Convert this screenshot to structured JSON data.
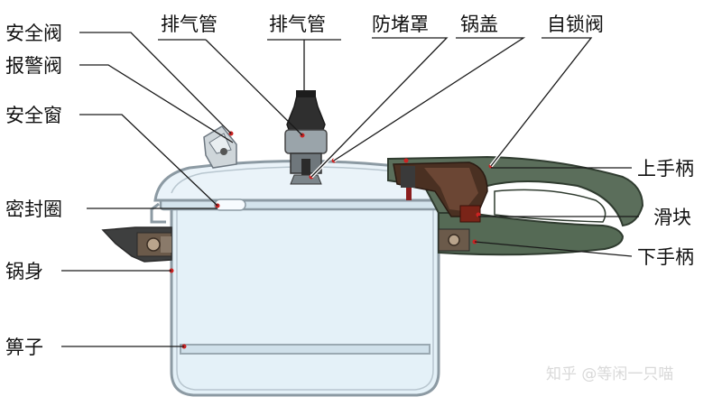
{
  "labels": {
    "safety_valve": "安全阀",
    "alarm_valve": "报警阀",
    "safety_window": "安全窗",
    "seal_ring": "密封圈",
    "pot_body": "锅身",
    "steamer": "箅子",
    "vent_pipe_1": "排气管",
    "vent_pipe_2": "排气管",
    "anti_block_cover": "防堵罩",
    "lid": "锅盖",
    "self_lock_valve": "自锁阀",
    "upper_handle": "上手柄",
    "slider": "滑块",
    "lower_handle": "下手柄"
  },
  "watermark": "知乎 @等闲一只喵",
  "colors": {
    "outline": "#8c9aa3",
    "water": "#e4f1f8",
    "handle": "#5b6e5b",
    "handle_inner": "#3f2a1f",
    "marker": "#cc2222"
  }
}
